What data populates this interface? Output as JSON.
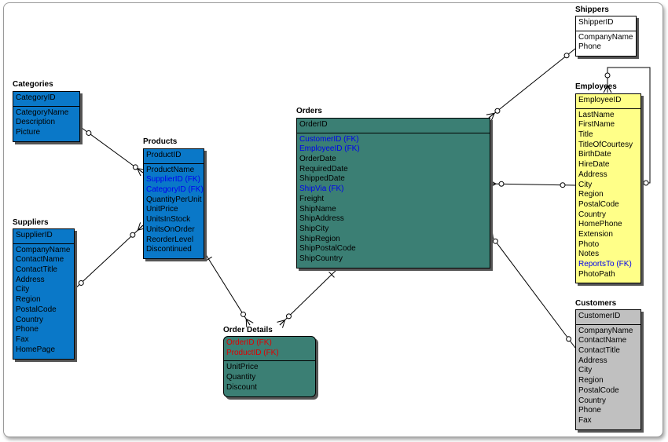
{
  "entities": {
    "categories": {
      "title": "Categories",
      "pk": [
        "CategoryID"
      ],
      "attrs": [
        {
          "text": "CategoryName",
          "kind": ""
        },
        {
          "text": "Description",
          "kind": ""
        },
        {
          "text": "Picture",
          "kind": ""
        }
      ]
    },
    "suppliers": {
      "title": "Suppliers",
      "pk": [
        "SupplierID"
      ],
      "attrs": [
        {
          "text": "CompanyName",
          "kind": ""
        },
        {
          "text": "ContactName",
          "kind": ""
        },
        {
          "text": "ContactTitle",
          "kind": ""
        },
        {
          "text": "Address",
          "kind": ""
        },
        {
          "text": "City",
          "kind": ""
        },
        {
          "text": "Region",
          "kind": ""
        },
        {
          "text": "PostalCode",
          "kind": ""
        },
        {
          "text": "Country",
          "kind": ""
        },
        {
          "text": "Phone",
          "kind": ""
        },
        {
          "text": "Fax",
          "kind": ""
        },
        {
          "text": "HomePage",
          "kind": ""
        }
      ]
    },
    "products": {
      "title": "Products",
      "pk": [
        "ProductID"
      ],
      "attrs": [
        {
          "text": "ProductName",
          "kind": ""
        },
        {
          "text": "SupplierID (FK)",
          "kind": "fk"
        },
        {
          "text": "CategoryID (FK)",
          "kind": "fk"
        },
        {
          "text": "QuantityPerUnit",
          "kind": ""
        },
        {
          "text": "UnitPrice",
          "kind": ""
        },
        {
          "text": "UnitsInStock",
          "kind": ""
        },
        {
          "text": "UnitsOnOrder",
          "kind": ""
        },
        {
          "text": "ReorderLevel",
          "kind": ""
        },
        {
          "text": "Discontinued",
          "kind": ""
        }
      ]
    },
    "orders": {
      "title": "Orders",
      "pk": [
        "OrderID"
      ],
      "attrs": [
        {
          "text": "CustomerID (FK)",
          "kind": "fk"
        },
        {
          "text": "EmployeeID (FK)",
          "kind": "fk"
        },
        {
          "text": "OrderDate",
          "kind": ""
        },
        {
          "text": "RequiredDate",
          "kind": ""
        },
        {
          "text": "ShippedDate",
          "kind": ""
        },
        {
          "text": "ShipVia (FK)",
          "kind": "fk"
        },
        {
          "text": "Freight",
          "kind": ""
        },
        {
          "text": "ShipName",
          "kind": ""
        },
        {
          "text": "ShipAddress",
          "kind": ""
        },
        {
          "text": "ShipCity",
          "kind": ""
        },
        {
          "text": "ShipRegion",
          "kind": ""
        },
        {
          "text": "ShipPostalCode",
          "kind": ""
        },
        {
          "text": "ShipCountry",
          "kind": ""
        }
      ]
    },
    "order_details": {
      "title": "Order Details",
      "pk": [
        "OrderID (FK)",
        "ProductID (FK)"
      ],
      "pk_kind": "fkr",
      "attrs": [
        {
          "text": "UnitPrice",
          "kind": ""
        },
        {
          "text": "Quantity",
          "kind": ""
        },
        {
          "text": "Discount",
          "kind": ""
        }
      ]
    },
    "shippers": {
      "title": "Shippers",
      "pk": [
        "ShipperID"
      ],
      "attrs": [
        {
          "text": "CompanyName",
          "kind": ""
        },
        {
          "text": "Phone",
          "kind": ""
        }
      ]
    },
    "employees": {
      "title": "Employees",
      "pk": [
        "EmployeeID"
      ],
      "attrs": [
        {
          "text": "LastName",
          "kind": ""
        },
        {
          "text": "FirstName",
          "kind": ""
        },
        {
          "text": "Title",
          "kind": ""
        },
        {
          "text": "TitleOfCourtesy",
          "kind": ""
        },
        {
          "text": "BirthDate",
          "kind": ""
        },
        {
          "text": "HireDate",
          "kind": ""
        },
        {
          "text": "Address",
          "kind": ""
        },
        {
          "text": "City",
          "kind": ""
        },
        {
          "text": "Region",
          "kind": ""
        },
        {
          "text": "PostalCode",
          "kind": ""
        },
        {
          "text": "Country",
          "kind": ""
        },
        {
          "text": "HomePhone",
          "kind": ""
        },
        {
          "text": "Extension",
          "kind": ""
        },
        {
          "text": "Photo",
          "kind": ""
        },
        {
          "text": "Notes",
          "kind": ""
        },
        {
          "text": "ReportsTo (FK)",
          "kind": "fk"
        },
        {
          "text": "PhotoPath",
          "kind": ""
        }
      ]
    },
    "customers": {
      "title": "Customers",
      "pk": [
        "CustomerID"
      ],
      "attrs": [
        {
          "text": "CompanyName",
          "kind": ""
        },
        {
          "text": "ContactName",
          "kind": ""
        },
        {
          "text": "ContactTitle",
          "kind": ""
        },
        {
          "text": "Address",
          "kind": ""
        },
        {
          "text": "City",
          "kind": ""
        },
        {
          "text": "Region",
          "kind": ""
        },
        {
          "text": "PostalCode",
          "kind": ""
        },
        {
          "text": "Country",
          "kind": ""
        },
        {
          "text": "Phone",
          "kind": ""
        },
        {
          "text": "Fax",
          "kind": ""
        }
      ]
    }
  },
  "relationships": [
    {
      "from": "categories",
      "to": "products",
      "type": "one-to-many"
    },
    {
      "from": "suppliers",
      "to": "products",
      "type": "one-to-many"
    },
    {
      "from": "products",
      "to": "order_details",
      "type": "one-to-many"
    },
    {
      "from": "orders",
      "to": "order_details",
      "type": "one-to-many"
    },
    {
      "from": "shippers",
      "to": "orders",
      "type": "one-to-many"
    },
    {
      "from": "employees",
      "to": "orders",
      "type": "one-to-many"
    },
    {
      "from": "customers",
      "to": "orders",
      "type": "one-to-many"
    },
    {
      "from": "employees",
      "to": "employees",
      "type": "one-to-many"
    }
  ],
  "colors": {
    "blue_entity": "#0a78c8",
    "teal_entity": "#3b7f74",
    "yellow_entity": "#ffff88",
    "white_entity": "#ffffff",
    "gray_entity": "#c0c0c0",
    "fk_text": "#0000ee",
    "pk_fk_text": "#e00000",
    "line": "#000000"
  }
}
